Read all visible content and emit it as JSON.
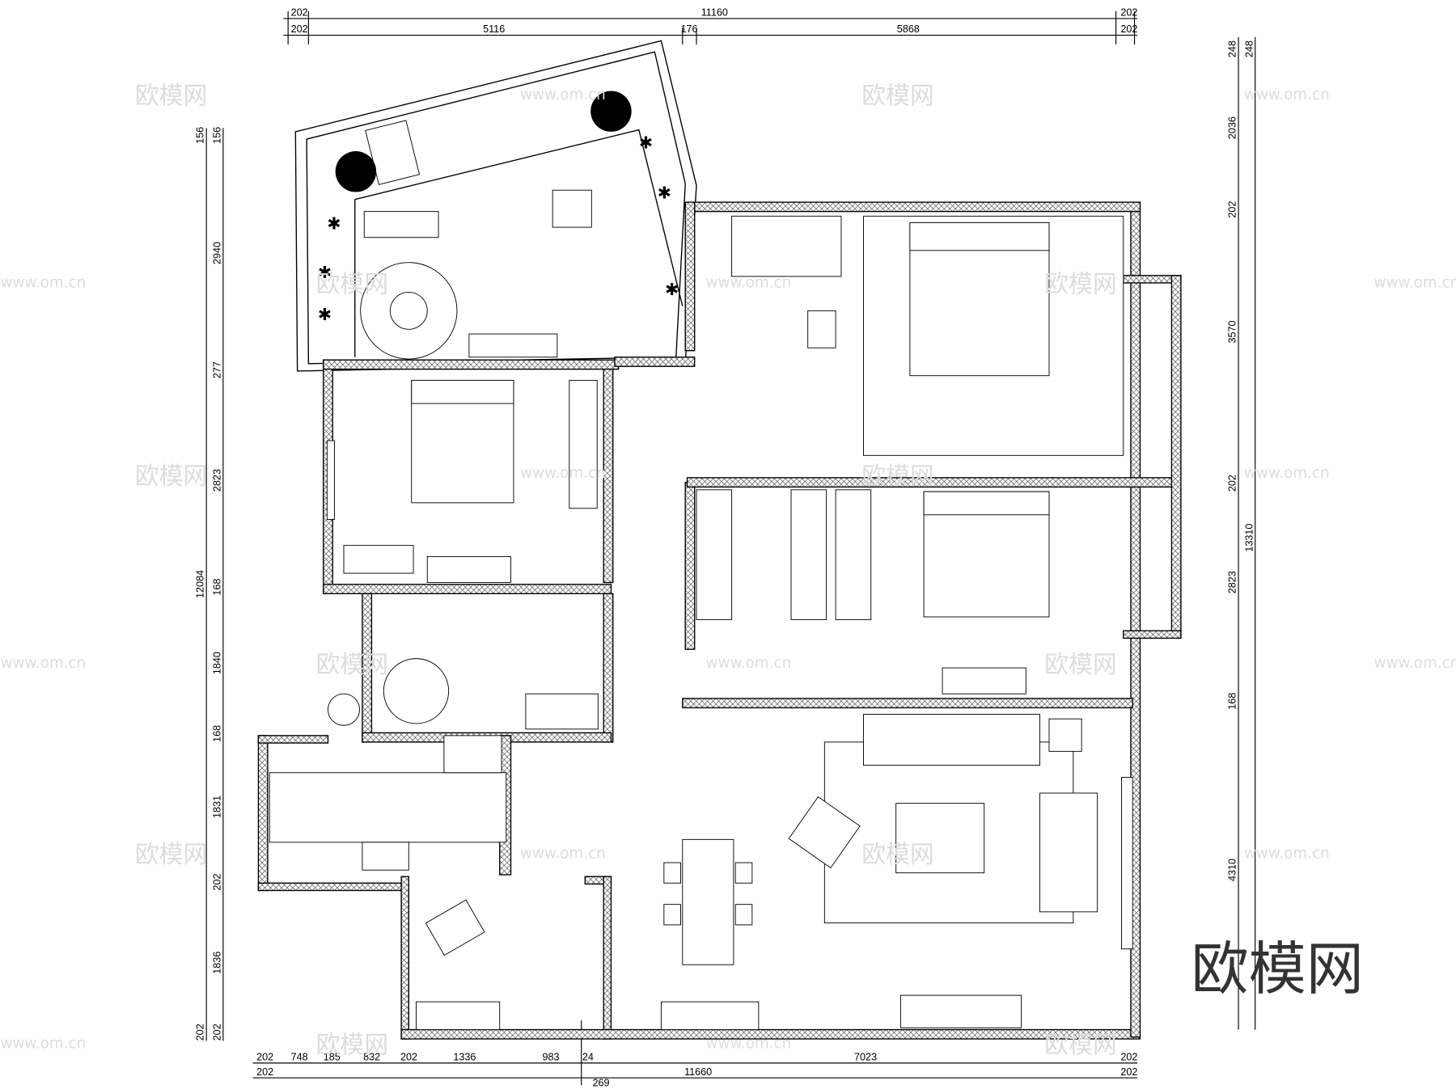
{
  "watermark": {
    "brand": "欧模网",
    "url": "www.om.cn"
  },
  "logo": "欧模网",
  "dimensions": {
    "top_outer": [
      "202",
      "11160",
      "202"
    ],
    "top_inner": [
      "202",
      "5116",
      "176",
      "5868",
      "202"
    ],
    "bottom_inner": [
      "202",
      "748",
      "185",
      "832",
      "202",
      "1336",
      "983",
      "24",
      "7023",
      "202"
    ],
    "bottom_outer": [
      "202",
      "11660",
      "202",
      "269"
    ],
    "left_total": "12084",
    "left_inner": [
      "156",
      "156",
      "2940",
      "277",
      "2823",
      "168",
      "1840",
      "168",
      "1831",
      "202",
      "1836",
      "202",
      "202"
    ],
    "right_total": "13310",
    "right_inner": [
      "248",
      "248",
      "2036",
      "202",
      "3570",
      "202",
      "2823",
      "168",
      "4310"
    ]
  }
}
